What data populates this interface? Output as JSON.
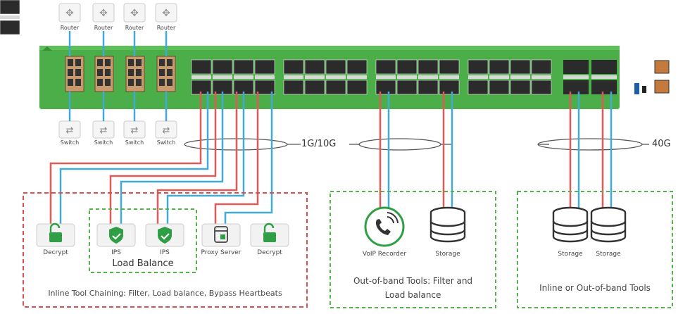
{
  "colors": {
    "switch_green": "#4cae48",
    "red": "#e05a5a",
    "blue": "#43a9d8",
    "dash_red": "#e04b4b",
    "dash_green": "#53b24a"
  },
  "top_devices": [
    {
      "label": "Router"
    },
    {
      "label": "Router"
    },
    {
      "label": "Router"
    },
    {
      "label": "Router"
    }
  ],
  "bottom_devices": [
    {
      "label": "Switch"
    },
    {
      "label": "Switch"
    },
    {
      "label": "Switch"
    },
    {
      "label": "Switch"
    }
  ],
  "speeds": {
    "g10": "1G/10G",
    "g40": "40G"
  },
  "inline": {
    "tools": [
      {
        "label": "Decrypt",
        "icon": "unlock-icon"
      },
      {
        "label": "IPS",
        "icon": "shield-icon"
      },
      {
        "label": "IPS",
        "icon": "shield-icon"
      },
      {
        "label": "Proxy Server",
        "icon": "proxy-icon"
      },
      {
        "label": "Decrypt",
        "icon": "unlock-icon"
      }
    ],
    "load_balance": "Load Balance",
    "caption": "Inline Tool Chaining: Filter, Load balance, Bypass Heartbeats"
  },
  "oob": {
    "tools": [
      {
        "label": "VoIP Recorder",
        "icon": "phone-icon"
      },
      {
        "label": "Storage",
        "icon": "database-icon"
      }
    ],
    "caption_line1": "Out-of-band Tools: Filter and",
    "caption_line2": "Load balance"
  },
  "inline_oob": {
    "tools": [
      {
        "label": "Storage",
        "icon": "database-icon"
      },
      {
        "label": "Storage",
        "icon": "database-icon"
      }
    ],
    "caption": "Inline or Out-of-band Tools"
  }
}
